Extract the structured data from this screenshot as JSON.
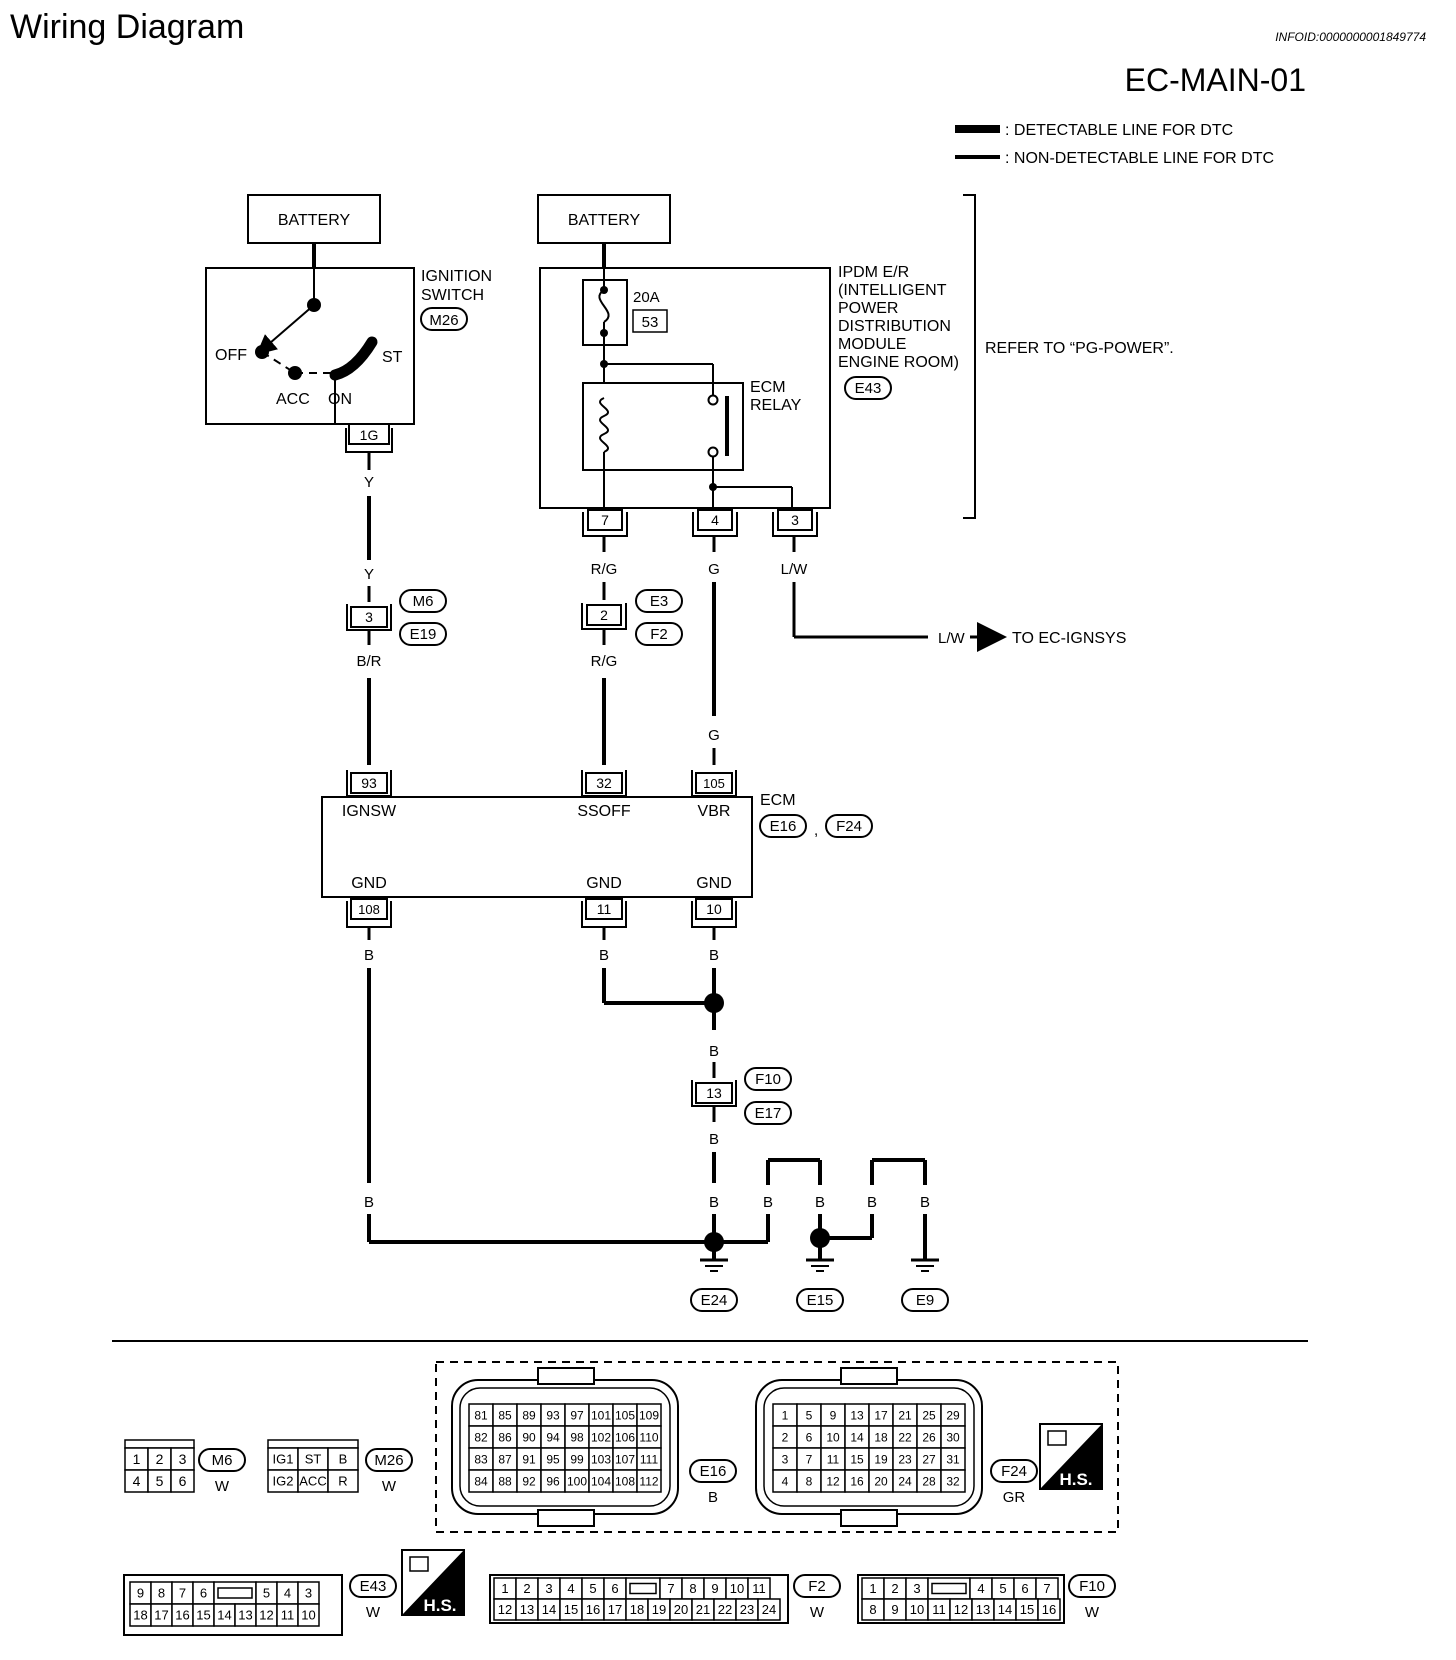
{
  "header": {
    "title": "Wiring Diagram",
    "info_id": "INFOID:0000000001849774",
    "diagram_id": "EC-MAIN-01"
  },
  "legend": {
    "detectable": ": DETECTABLE LINE FOR DTC",
    "non_detectable": ": NON-DETECTABLE LINE FOR DTC"
  },
  "components": {
    "battery_left": "BATTERY",
    "battery_right": "BATTERY",
    "ignition_switch": [
      "IGNITION",
      "SWITCH"
    ],
    "ignition_connector": "M26",
    "switch_positions": {
      "off": "OFF",
      "acc": "ACC",
      "on": "ON",
      "st": "ST"
    },
    "ignition_terminal": "1G",
    "fuse_rating": "20A",
    "fuse_number": "53",
    "ipdm": [
      "IPDM E/R",
      "(INTELLIGENT",
      "POWER",
      "DISTRIBUTION",
      "MODULE",
      "ENGINE ROOM)"
    ],
    "ipdm_connector": "E43",
    "ecm_relay": [
      "ECM",
      "RELAY"
    ],
    "refer_to": "REFER TO “PG-POWER”.",
    "ipdm_terminals": [
      "7",
      "4",
      "3"
    ],
    "ecm": "ECM",
    "ecm_connectors": [
      "E16",
      "F24"
    ],
    "ecm_comma": ","
  },
  "wires": {
    "y1": "Y",
    "y2": "Y",
    "br": "B/R",
    "rg1": "R/G",
    "rg2": "R/G",
    "g1": "G",
    "g2": "G",
    "lw1": "L/W",
    "lw2": "L/W",
    "to_ignsys": "TO EC-IGNSYS",
    "b_labels": [
      "B",
      "B",
      "B",
      "B",
      "B",
      "B",
      "B",
      "B",
      "B",
      "B",
      "B"
    ]
  },
  "junctions": {
    "m6_e19": {
      "terminal": "3",
      "top": "M6",
      "bottom": "E19"
    },
    "e3_f2": {
      "terminal": "2",
      "top": "E3",
      "bottom": "F2"
    },
    "f10_e17": {
      "terminal": "13",
      "top": "F10",
      "bottom": "E17"
    }
  },
  "ecm_pins": {
    "top": [
      {
        "num": "93",
        "label": "IGNSW"
      },
      {
        "num": "32",
        "label": "SSOFF"
      },
      {
        "num": "105",
        "label": "VBR"
      }
    ],
    "bottom": [
      {
        "num": "108",
        "label": "GND"
      },
      {
        "num": "11",
        "label": "GND"
      },
      {
        "num": "10",
        "label": "GND"
      }
    ]
  },
  "grounds": [
    "E24",
    "E15",
    "E9"
  ],
  "connector_views": {
    "m6": {
      "id": "M6",
      "color": "W",
      "rows": [
        [
          "1",
          "2",
          "3"
        ],
        [
          "4",
          "5",
          "6"
        ]
      ]
    },
    "m26": {
      "id": "M26",
      "color": "W",
      "rows": [
        [
          "IG1",
          "ST",
          "B"
        ],
        [
          "IG2",
          "ACC",
          "R"
        ]
      ]
    },
    "e16": {
      "id": "E16",
      "color": "B",
      "rows": [
        [
          "81",
          "85",
          "89",
          "93",
          "97",
          "101",
          "105",
          "109"
        ],
        [
          "82",
          "86",
          "90",
          "94",
          "98",
          "102",
          "106",
          "110"
        ],
        [
          "83",
          "87",
          "91",
          "95",
          "99",
          "103",
          "107",
          "111"
        ],
        [
          "84",
          "88",
          "92",
          "96",
          "100",
          "104",
          "108",
          "112"
        ]
      ]
    },
    "f24": {
      "id": "F24",
      "color": "GR",
      "rows": [
        [
          "1",
          "5",
          "9",
          "13",
          "17",
          "21",
          "25",
          "29"
        ],
        [
          "2",
          "6",
          "10",
          "14",
          "18",
          "22",
          "26",
          "30"
        ],
        [
          "3",
          "7",
          "11",
          "15",
          "19",
          "23",
          "27",
          "31"
        ],
        [
          "4",
          "8",
          "12",
          "16",
          "20",
          "24",
          "28",
          "32"
        ]
      ]
    },
    "e43": {
      "id": "E43",
      "color": "W",
      "rows": [
        [
          "9",
          "8",
          "7",
          "6",
          "",
          "5",
          "4",
          "3"
        ],
        [
          "18",
          "17",
          "16",
          "15",
          "14",
          "13",
          "12",
          "11",
          "10"
        ]
      ]
    },
    "f2": {
      "id": "F2",
      "color": "W",
      "rows": [
        [
          "1",
          "2",
          "3",
          "4",
          "5",
          "6",
          "",
          "7",
          "8",
          "9",
          "10",
          "11"
        ],
        [
          "12",
          "13",
          "14",
          "15",
          "16",
          "17",
          "18",
          "19",
          "20",
          "21",
          "22",
          "23",
          "24"
        ]
      ]
    },
    "f10": {
      "id": "F10",
      "color": "W",
      "rows": [
        [
          "1",
          "2",
          "3",
          "",
          "4",
          "5",
          "6",
          "7"
        ],
        [
          "8",
          "9",
          "10",
          "11",
          "12",
          "13",
          "14",
          "15",
          "16"
        ]
      ]
    },
    "hs_label": "H.S."
  }
}
